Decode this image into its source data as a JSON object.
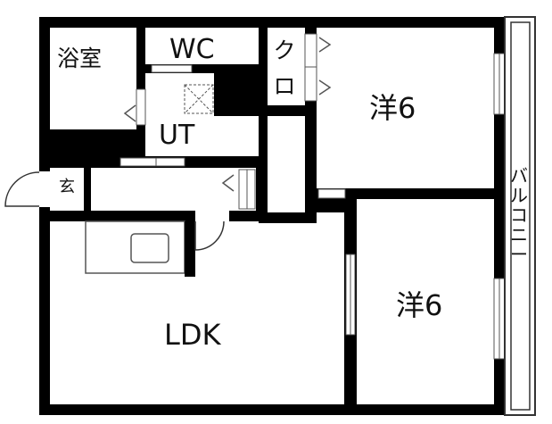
{
  "rooms": {
    "bath": "浴室",
    "wc": "WC",
    "closet": "クロ",
    "utility": "UT",
    "western_room_1": "洋6",
    "entrance": "玄",
    "ldk": "LDK",
    "western_room_2": "洋6",
    "balcony": "バルコニー"
  },
  "colors": {
    "wall": "#000000",
    "fixture": "#555555",
    "background": "#ffffff"
  }
}
